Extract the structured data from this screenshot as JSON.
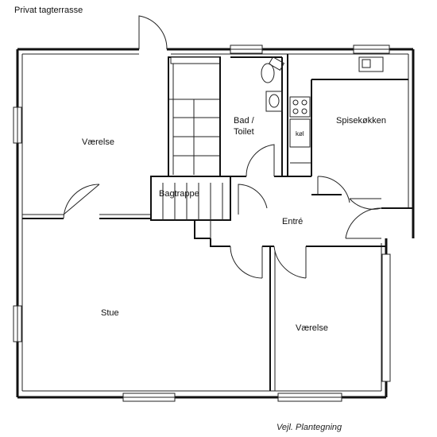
{
  "plan": {
    "terrace_label": "Privat tagterrasse",
    "rooms": {
      "vaerelse_left": "Værelse",
      "bad_line1": "Bad /",
      "bad_line2": "Toilet",
      "spisekoekken": "Spisekøkken",
      "bagtrappe": "Bagtrappe",
      "entre": "Entré",
      "stue": "Stue",
      "vaerelse_right": "Værelse"
    },
    "fixture_label": "køl",
    "caption": "Vejl. Plantegning"
  }
}
